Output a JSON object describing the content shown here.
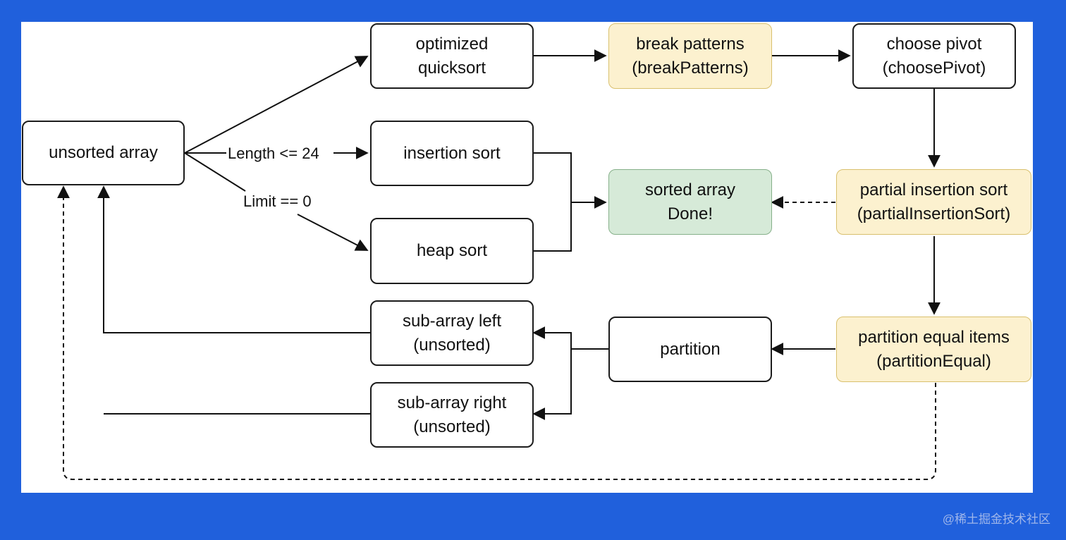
{
  "nodes": {
    "unsorted_array": "unsorted array",
    "optimized_quicksort": "optimized\nquicksort",
    "break_patterns": "break patterns\n(breakPatterns)",
    "choose_pivot": "choose pivot\n(choosePivot)",
    "insertion_sort": "insertion sort",
    "sorted_array": "sorted array\nDone!",
    "partial_insertion_sort": "partial insertion sort\n(partialInsertionSort)",
    "heap_sort": "heap sort",
    "sub_array_left": "sub-array left\n(unsorted)",
    "partition": "partition",
    "partition_equal": "partition equal items\n(partitionEqual)",
    "sub_array_right": "sub-array right\n(unsorted)"
  },
  "edge_labels": {
    "length_cond": "Length <= 24",
    "limit_cond": "Limit == 0"
  },
  "colors": {
    "highlight_fill": "#fcf1cf",
    "highlight_border": "#d9c06e",
    "done_fill": "#d6ead8",
    "done_border": "#86b08a",
    "background": "#2060dc"
  },
  "watermark": "@稀土掘金技术社区"
}
